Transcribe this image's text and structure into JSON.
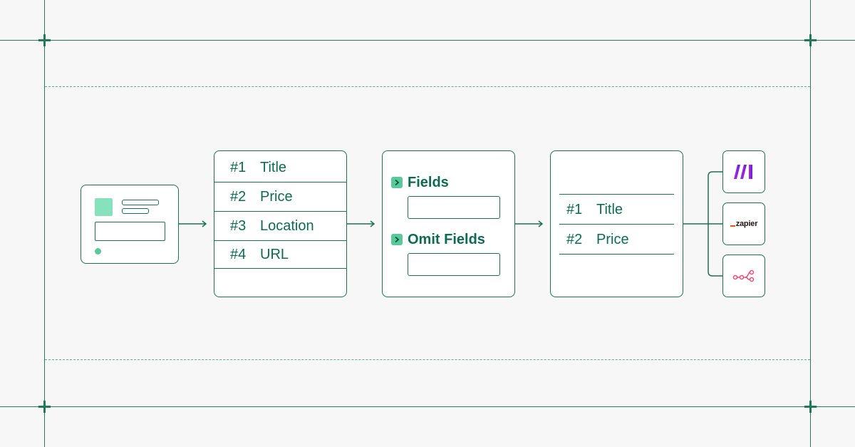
{
  "source_card": {},
  "field_list": {
    "items": [
      {
        "num": "#1",
        "label": "Title"
      },
      {
        "num": "#2",
        "label": "Price"
      },
      {
        "num": "#3",
        "label": "Location"
      },
      {
        "num": "#4",
        "label": "URL"
      }
    ]
  },
  "filter_card": {
    "fields_label": "Fields",
    "omit_label": "Omit Fields"
  },
  "output_card": {
    "items": [
      {
        "num": "#1",
        "label": "Title"
      },
      {
        "num": "#2",
        "label": "Price"
      }
    ]
  },
  "integrations": {
    "zapier_label": "zapier",
    "icons": [
      "make-icon",
      "zapier-icon",
      "n8n-icon"
    ],
    "colors": {
      "make": "#8a2be2",
      "zapier": "#ff4f00",
      "n8n": "#ea4b71"
    }
  },
  "colors": {
    "accent": "#1f6f55",
    "chip": "#59c99b",
    "background": "#f7f7f7"
  }
}
